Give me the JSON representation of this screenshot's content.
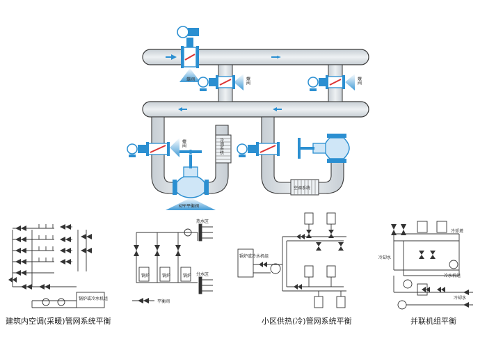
{
  "main": {
    "butterfly_valve_label": "蝶阀",
    "kpf_label": "KPF平衡阀",
    "cooler_label": "冷调系统",
    "heater_label": "空调系统",
    "side_label_1": "蝶阀",
    "side_label_2": "蝶阀",
    "side_label_3": "蝶阀"
  },
  "diagram1": {
    "boiler_label": "锅炉或冷水机组",
    "caption": "建筑内空调(采暖)管网系统平衡"
  },
  "diagram2": {
    "heat_area": "热水区",
    "cold_area": "分水区",
    "unit1": "锅炉",
    "unit2": "锅炉",
    "unit3": "锅炉",
    "balance_valve": "平衡阀"
  },
  "diagram3": {
    "boiler_label": "锅炉或冷水机组",
    "caption": "小区供热(冷)管网系统平衡"
  },
  "diagram4": {
    "cooling_tower": "冷却塔",
    "cooling_water": "冷却水",
    "chiller": "冷水机组",
    "cold_water": "冷却水",
    "caption": "并联机组平衡"
  },
  "colors": {
    "pipe_fill": "#dfe4e8",
    "pipe_stroke": "#3a3a3a",
    "valve_blue": "#2b8fd1",
    "arrow_blue": "#2b8fd1"
  }
}
